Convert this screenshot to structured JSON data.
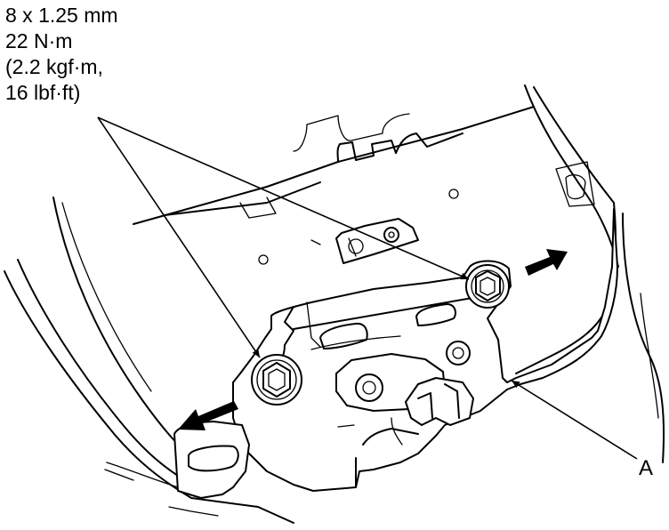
{
  "torque_spec": {
    "bolt_size": "8 x 1.25 mm",
    "torque_nm": "22 N·m",
    "torque_kgfm": "(2.2 kgf·m,",
    "torque_lbfft": "16 lbf·ft)"
  },
  "callouts": {
    "a": "A"
  }
}
